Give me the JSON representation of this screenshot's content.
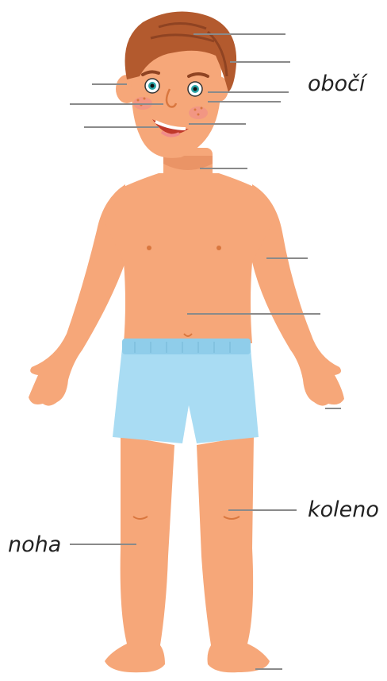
{
  "labels": {
    "eyebrow": "obočí",
    "knee": "koleno",
    "leg": "noha"
  },
  "colors": {
    "skin": "#f6a779",
    "skin_shadow": "#ea9466",
    "hair": "#b35a2e",
    "hair_dark": "#8f4322",
    "shorts": "#a9dcf3",
    "shorts_band": "#8fcdea",
    "cheek": "#f08a8a",
    "freckle": "#d9773f",
    "pointer_line": "#8a8a8a",
    "eye_iris": "#2aa6a8"
  }
}
